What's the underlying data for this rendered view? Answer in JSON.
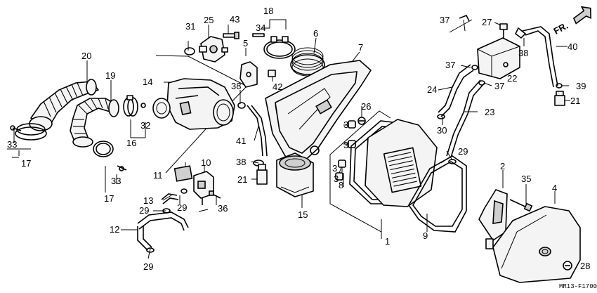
{
  "diagram": {
    "code": "MR13-F1700",
    "direction_label": "FR.",
    "callouts": [
      "1",
      "2",
      "3",
      "3",
      "3",
      "3",
      "4",
      "5",
      "6",
      "7",
      "8",
      "9",
      "10",
      "11",
      "12",
      "13",
      "14",
      "15",
      "16",
      "17",
      "17",
      "18",
      "19",
      "20",
      "21",
      "21",
      "22",
      "23",
      "24",
      "25",
      "26",
      "27",
      "28",
      "29",
      "29",
      "29",
      "29",
      "30",
      "31",
      "32",
      "33",
      "33",
      "34",
      "35",
      "36",
      "37",
      "37",
      "37",
      "38",
      "38",
      "38",
      "39",
      "40",
      "41",
      "42",
      "43"
    ]
  },
  "icons": {
    "direction_arrow": "arrow-right-icon"
  }
}
